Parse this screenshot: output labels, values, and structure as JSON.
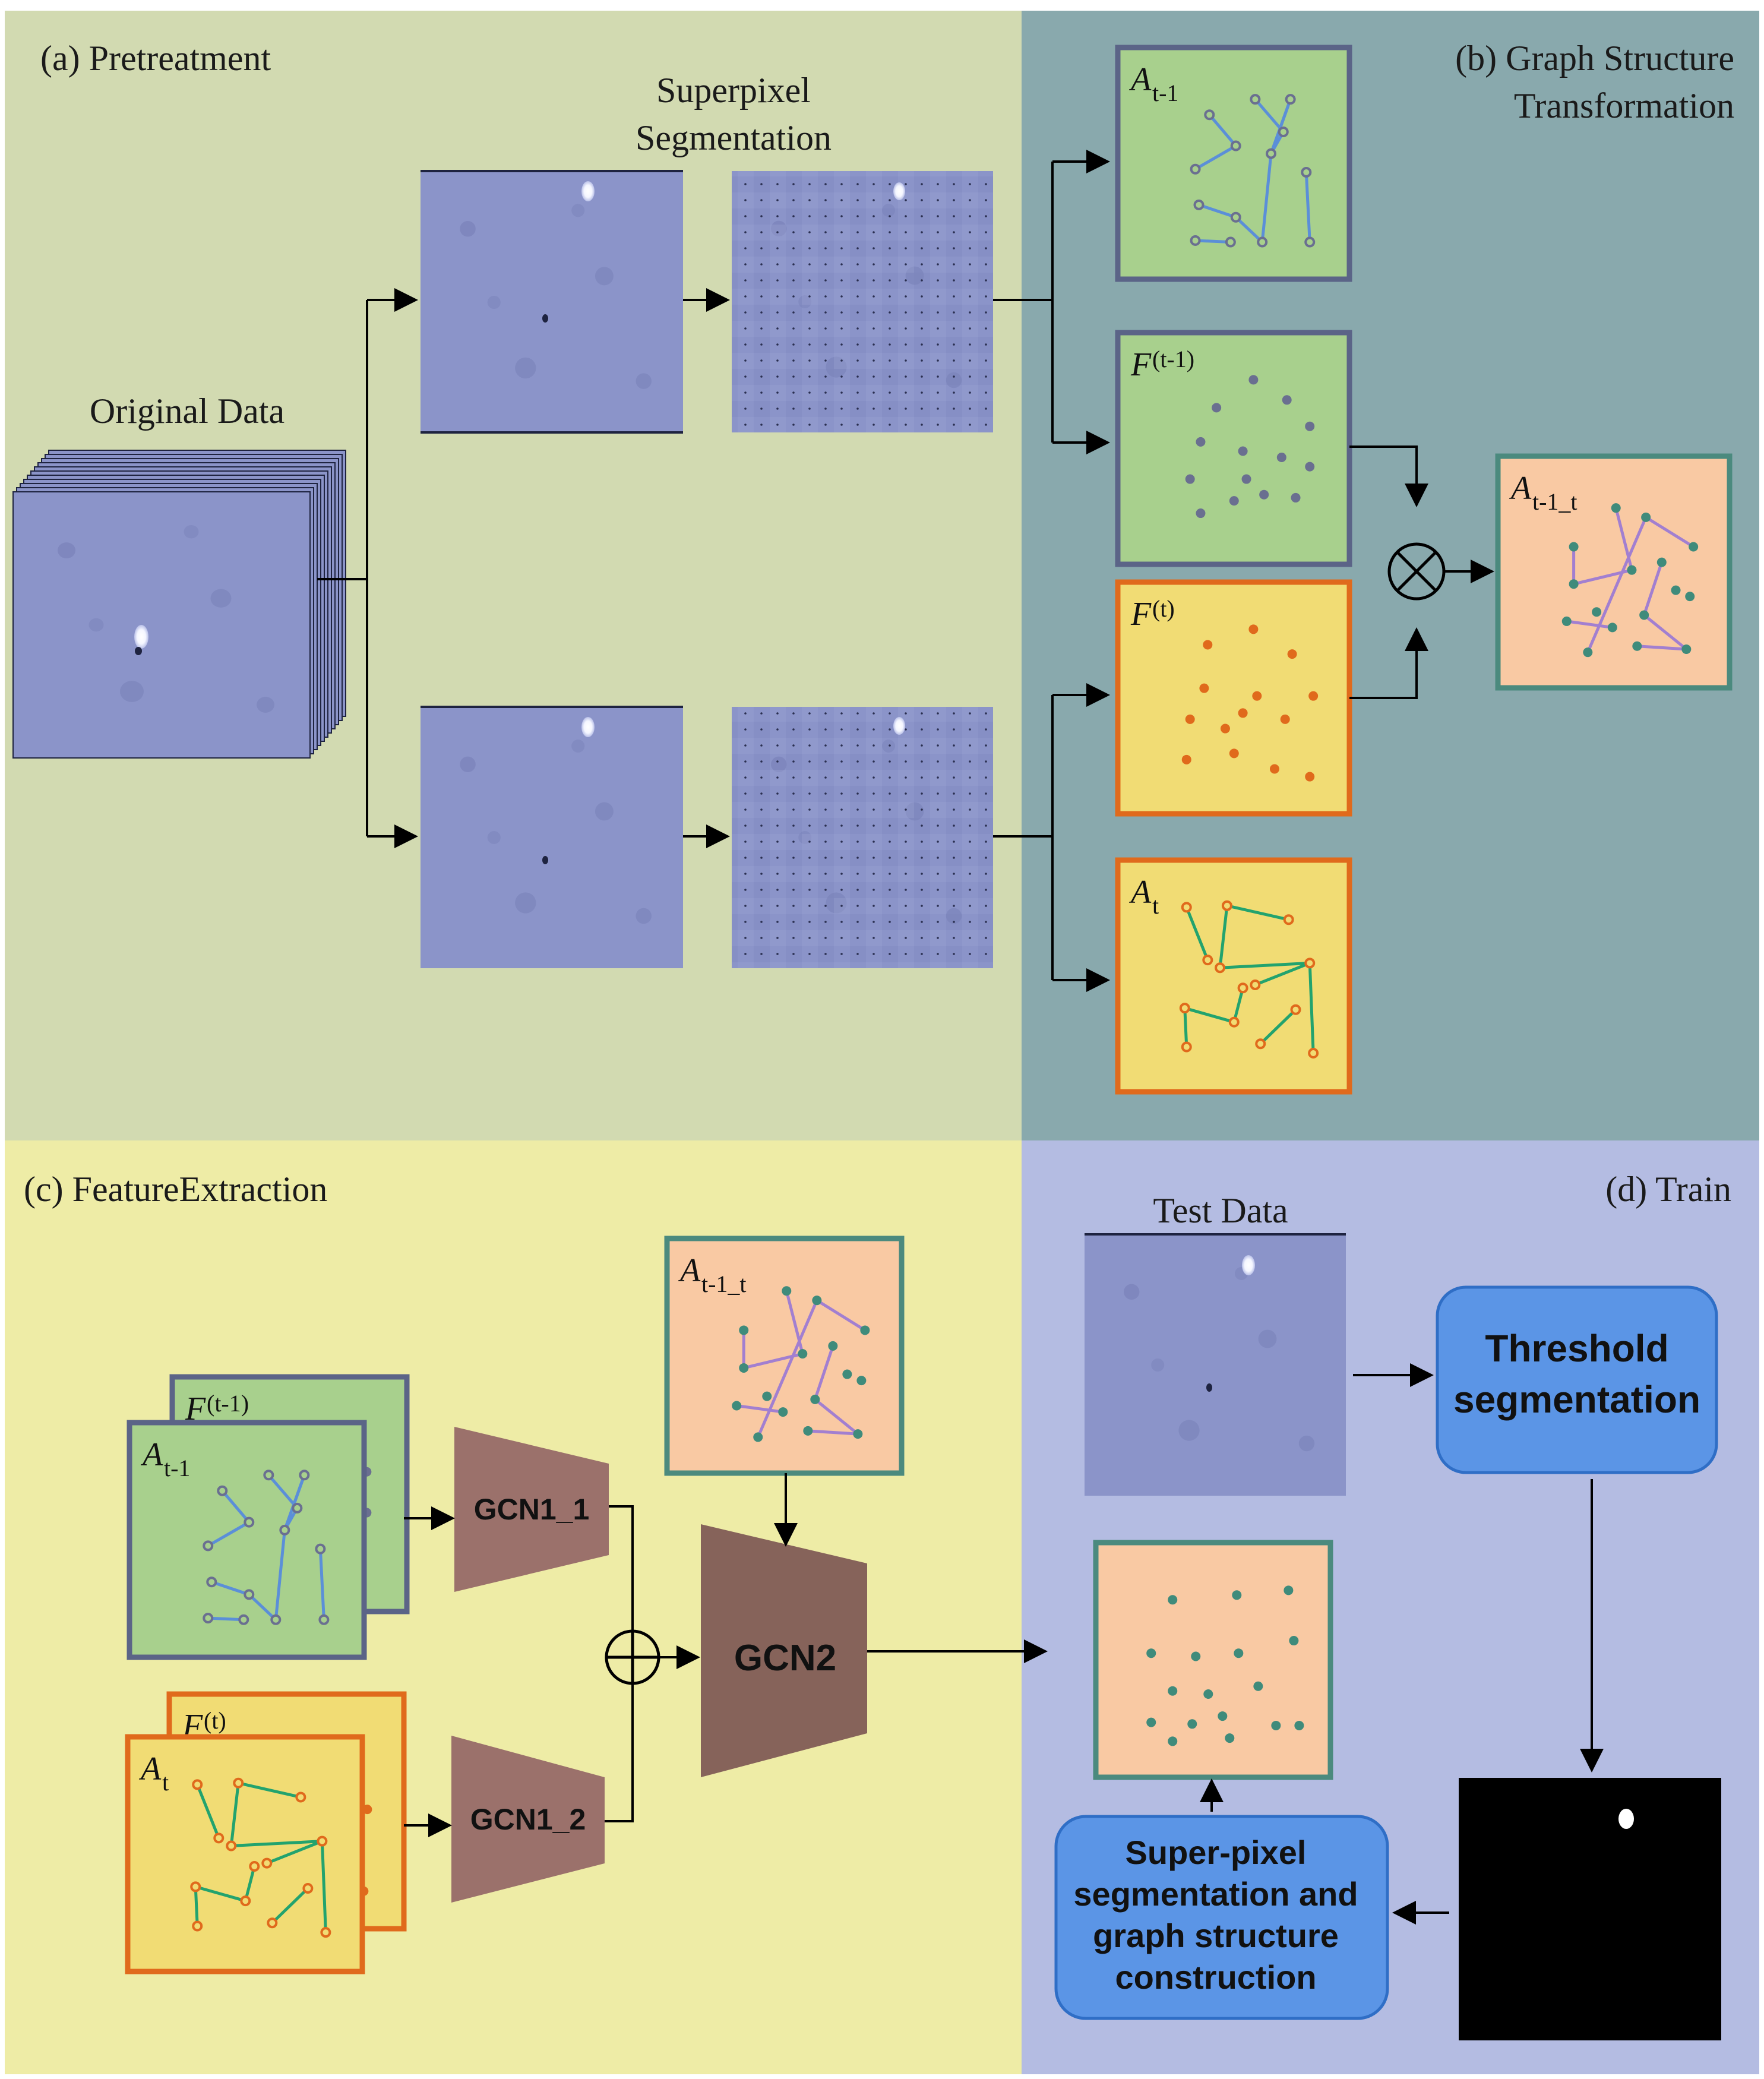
{
  "panels": {
    "pretreatment": {
      "label": "(a) Pretreatment"
    },
    "graph_structure": {
      "label_line1": "(b) Graph Structure",
      "label_line2": "Transformation"
    },
    "feature_extraction": {
      "label": "(c) FeatureExtraction"
    },
    "train": {
      "label": "(d) Train"
    }
  },
  "labels": {
    "original_data": "Original Data",
    "superpixel_line1": "Superpixel",
    "superpixel_line2": "Segmentation",
    "test_data": "Test Data"
  },
  "math": {
    "A_sym": "A",
    "F_sym": "F",
    "sub_t_minus_1": "t-1",
    "sub_t": "t",
    "sub_t_minus_1_t": "t-1_t",
    "sup_t_minus_1": "(t-1)",
    "sup_t": "(t)"
  },
  "blocks": {
    "gcn1_1": "GCN1_1",
    "gcn1_2": "GCN1_2",
    "gcn2": "GCN2",
    "threshold_line1": "Threshold",
    "threshold_line2": "segmentation",
    "superpixel_box_line1": "Super-pixel",
    "superpixel_box_line2": "segmentation and",
    "superpixel_box_line3": "graph structure",
    "superpixel_box_line4": "construction"
  },
  "colors": {
    "bg_a": "#d2dab1",
    "bg_b": "#89a9ad",
    "bg_c": "#eeeca6",
    "bg_d": "#b4bce2",
    "green_box": "#a8d08d",
    "green_border": "#5b6487",
    "yellow_box": "#f1dc74",
    "orange_border": "#e06a1c",
    "peach_box": "#f9c9a3",
    "teal_border": "#4b8a7e",
    "blue_edge": "#5b8fd8",
    "green_edge": "#23a36e",
    "purple_edge": "#a27fd0",
    "node_gray": "#6a6f90",
    "node_teal": "#3f8b7b",
    "node_orange": "#e06a1c",
    "gcn_light": "#9b716b",
    "gcn_dark": "#86635a",
    "blue_box": "#5b95e6",
    "blue_box_border": "#2f6ec6",
    "micro_img": "#8b94c9"
  }
}
